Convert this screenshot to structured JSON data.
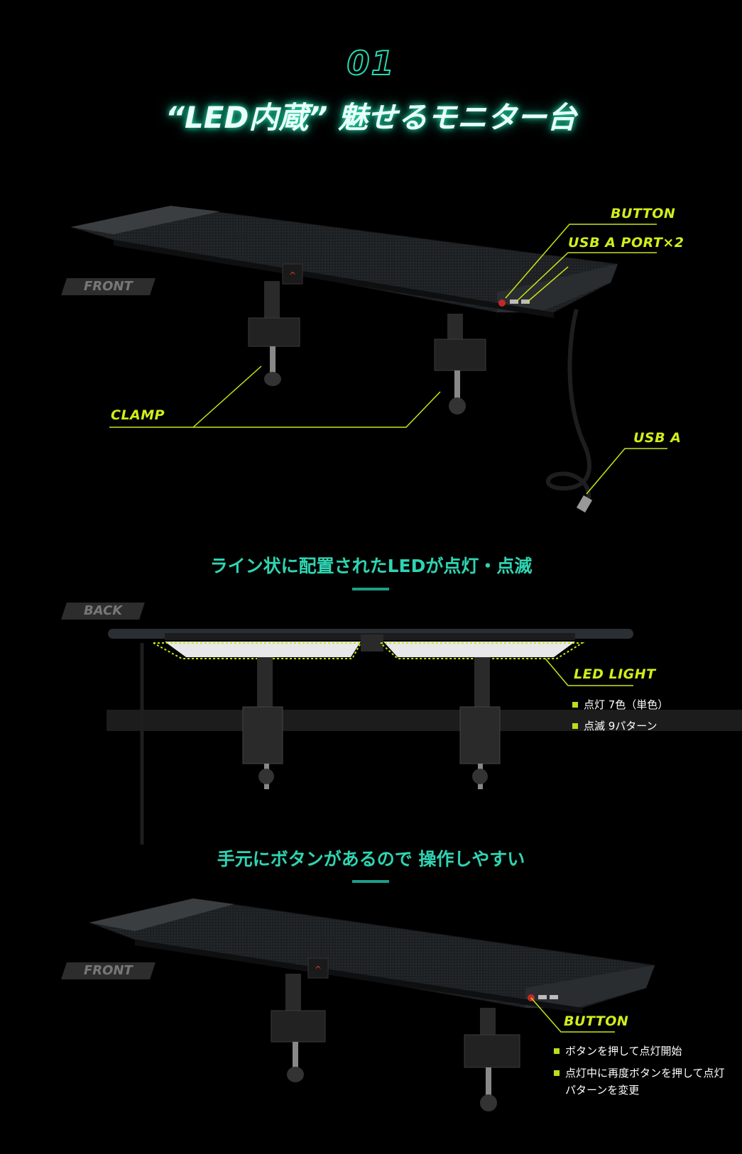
{
  "section_number": "01",
  "title": "“LED内蔵” 魅せるモニター台",
  "front_section": {
    "view_tag": "FRONT",
    "callouts": {
      "button": "BUTTON",
      "usb_port": "USB A PORT×2",
      "clamp": "CLAMP",
      "usb_a": "USB A"
    }
  },
  "back_section": {
    "heading": "ライン状に配置されたLEDが点灯・点滅",
    "view_tag": "BACK",
    "callout": "LED LIGHT",
    "bullets": [
      "点灯 7色（単色）",
      "点滅 9パターン"
    ]
  },
  "button_section": {
    "heading": "手元にボタンがあるので 操作しやすい",
    "view_tag": "FRONT",
    "callout": "BUTTON",
    "bullets": [
      "ボタンを押して点灯開始",
      "点灯中に再度ボタンを押して点灯パターンを変更"
    ]
  },
  "colors": {
    "accent_teal": "#2fd4b2",
    "accent_lime": "#d2ee1a",
    "background": "#000000"
  }
}
